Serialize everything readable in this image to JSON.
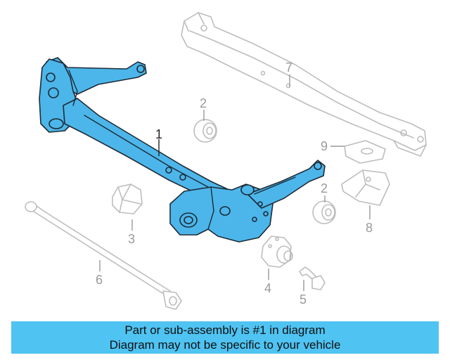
{
  "diagram": {
    "callouts": {
      "c1": "1",
      "c2a": "2",
      "c2b": "2",
      "c3": "3",
      "c4": "4",
      "c5": "5",
      "c6": "6",
      "c7": "7",
      "c8": "8",
      "c9": "9"
    },
    "highlight_color": "#4cb6ea"
  },
  "banner": {
    "line1": "Part or sub-assembly is #1 in diagram",
    "line2": "Diagram may not be specific to your vehicle",
    "background": "#4fc3f2"
  }
}
